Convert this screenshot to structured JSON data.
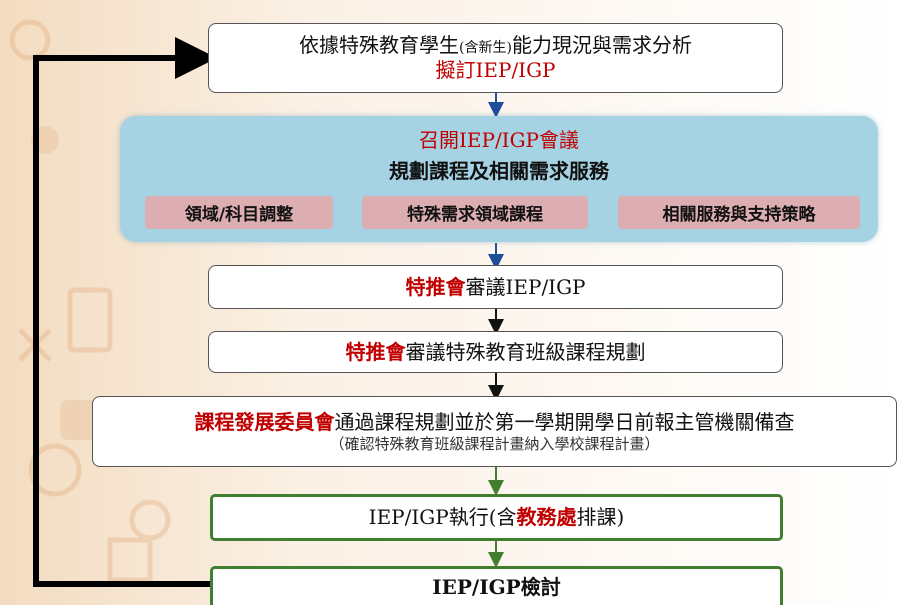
{
  "step1": {
    "line1_pre": "依據特殊教育學生",
    "line1_small": "(含新生)",
    "line1_post": "能力現況與需求分析",
    "line2": "擬訂IEP/IGP"
  },
  "step2": {
    "title": "召開IEP/IGP會議",
    "subtitle": "規劃課程及相關需求服務",
    "items": [
      "領域/科目調整",
      "特殊需求領域課程",
      "相關服務與支持策略"
    ]
  },
  "step3": {
    "highlight": "特推會",
    "text": "審議IEP/IGP"
  },
  "step4": {
    "highlight": "特推會",
    "text": "審議特殊教育班級課程規劃"
  },
  "step5": {
    "highlight": "課程發展委員會",
    "text": "通過課程規劃並於第一學期開學日前報主管機關備查",
    "note": "（確認特殊教育班級課程計畫納入學校課程計畫）"
  },
  "step6": {
    "pre": "IEP/IGP執行(含",
    "highlight": "教務處",
    "post": "排課)"
  },
  "step7": {
    "text": "IEP/IGP檢討"
  },
  "colors": {
    "accent_red": "#c00000",
    "panel_blue": "#a6d3e4",
    "pill_pink": "#dcaeb1",
    "green_border": "#3f7f2f",
    "arrow_blue": "#1f4e9a"
  }
}
